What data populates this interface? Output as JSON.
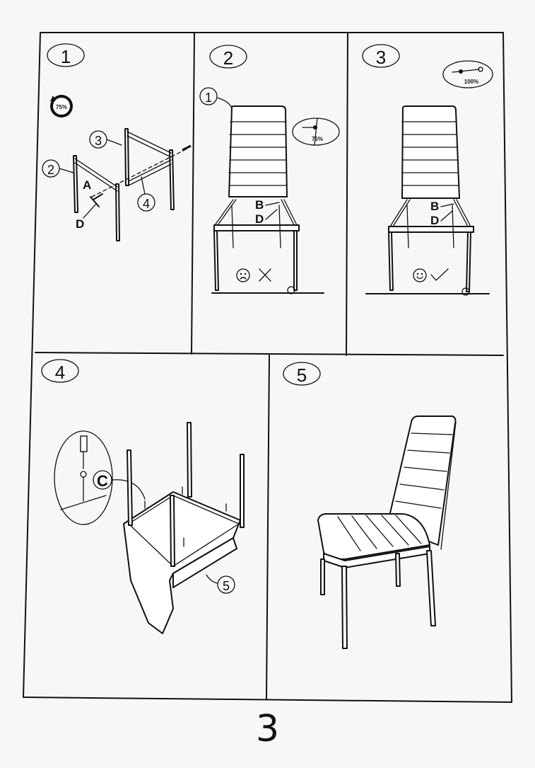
{
  "page_number": "3",
  "steps": [
    {
      "number": "1",
      "torque": "75%",
      "callouts": [
        "3",
        "2",
        "4"
      ],
      "parts": [
        "A",
        "D"
      ]
    },
    {
      "number": "2",
      "callout": "1",
      "torque": "75%",
      "parts": [
        "B",
        "D"
      ],
      "result_icons": [
        "sad-face-icon",
        "cross-icon"
      ]
    },
    {
      "number": "3",
      "torque": "100%",
      "parts": [
        "B",
        "D"
      ],
      "result_icons": [
        "smiley-face-icon",
        "check-icon"
      ]
    },
    {
      "number": "4",
      "part": "C",
      "callout": "5"
    },
    {
      "number": "5"
    }
  ]
}
